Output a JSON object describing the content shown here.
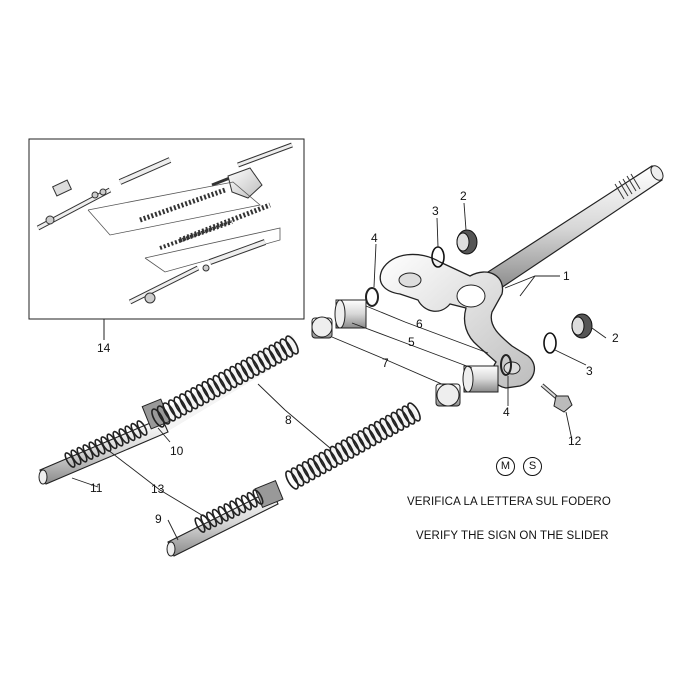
{
  "callouts": {
    "c1": "1",
    "c2a": "2",
    "c2b": "2",
    "c3a": "3",
    "c3b": "3",
    "c4a": "4",
    "c4b": "4",
    "c5": "5",
    "c6": "6",
    "c7": "7",
    "c8": "8",
    "c9": "9",
    "c10": "10",
    "c11": "11",
    "c12": "12",
    "c13": "13",
    "c14": "14"
  },
  "markers": {
    "m": "M",
    "s": "S"
  },
  "notes": {
    "italian": "VERIFICA LA LETTERA SUL FODERO",
    "english": "VERIFY THE SIGN ON THE SLIDER"
  },
  "colors": {
    "line": "#222222",
    "background": "#ffffff",
    "tube": "#e6e6e6",
    "spring": "#d8d8d8"
  }
}
